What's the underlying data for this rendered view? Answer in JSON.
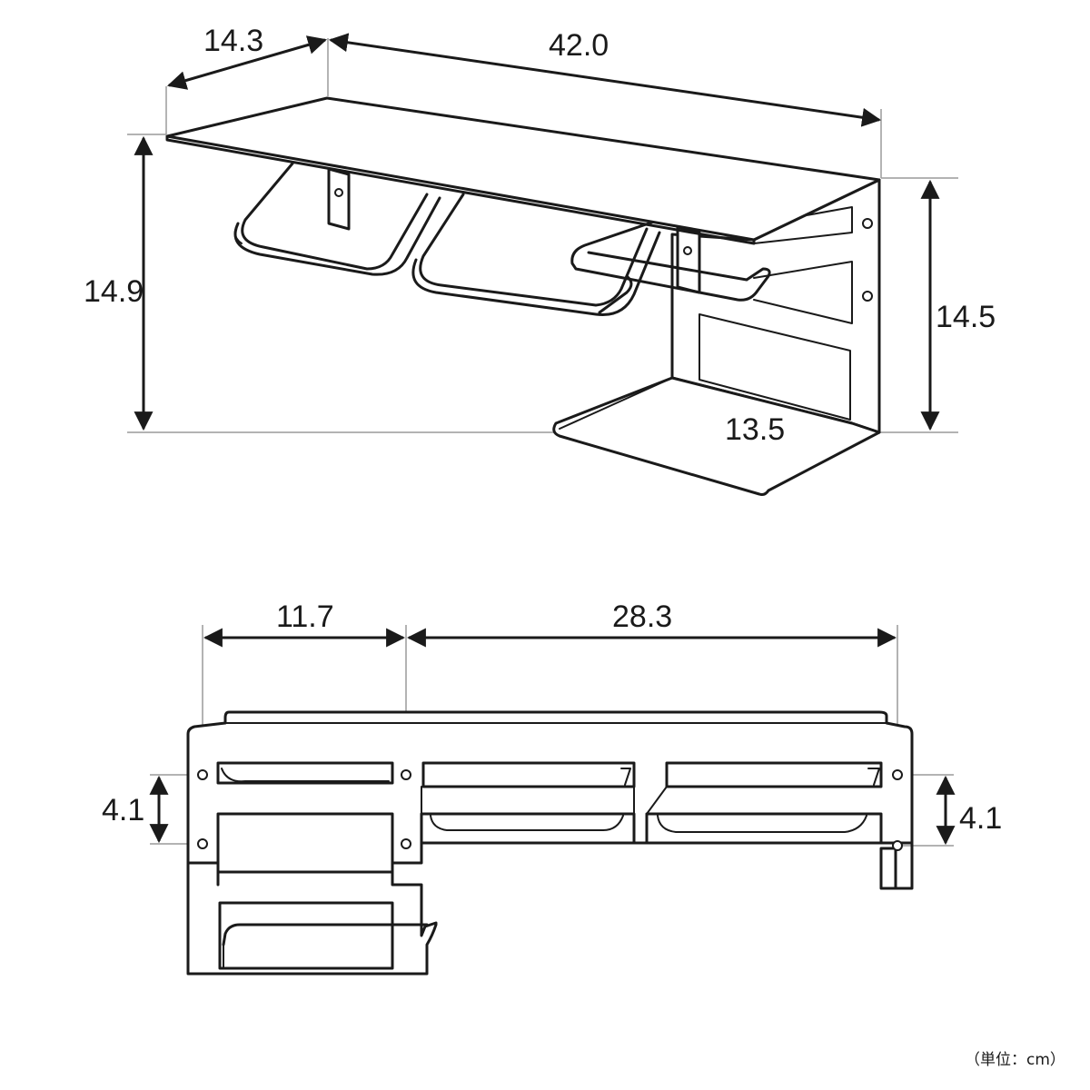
{
  "top_view": {
    "dimensions": {
      "depth": "14.3",
      "width": "42.0",
      "height_left": "14.9",
      "height_right": "14.5",
      "tray_depth": "13.5"
    }
  },
  "front_view": {
    "dimensions": {
      "hole_span_left": "11.7",
      "hole_span_right": "28.3",
      "hole_pitch_left": "4.1",
      "hole_pitch_right": "4.1"
    }
  },
  "unit_note": "（単位：cm）"
}
